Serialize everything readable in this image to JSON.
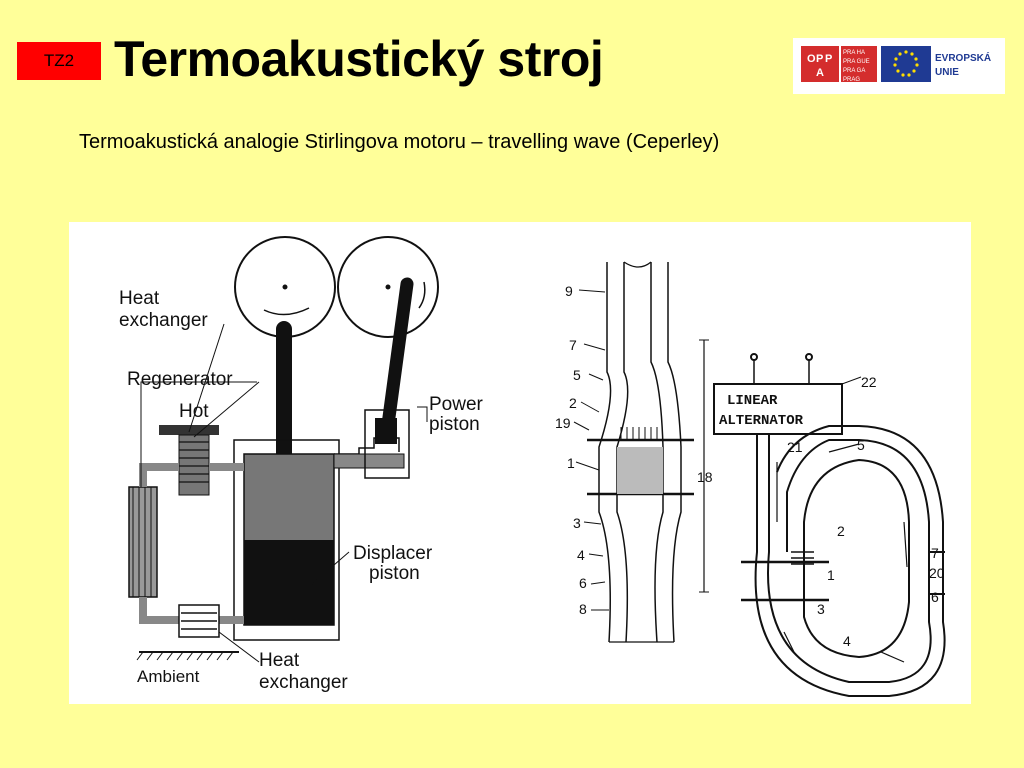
{
  "slide": {
    "tag": "TZ2",
    "title": "Termoakustický stroj",
    "subtitle": "Termoakustická analogie Stirlingova motoru – travelling wave (Ceperley)"
  },
  "logo": {
    "opp_letters": [
      "O",
      "P",
      "P",
      "A"
    ],
    "praha_lines": [
      "PRA HA",
      "PRA GUE",
      "PRA GA",
      "PRAG"
    ],
    "eu_text_1": "EVROPSKÁ",
    "eu_text_2": "UNIE",
    "colors": {
      "red": "#d42d2d",
      "blue": "#1f3a93",
      "gold": "#ffdd00"
    }
  },
  "left_diagram": {
    "heat_exchanger_top_1": "Heat",
    "heat_exchanger_top_2": "exchanger",
    "regenerator": "Regenerator",
    "hot": "Hot",
    "power_piston_1": "Power",
    "power_piston_2": "piston",
    "displacer_1": "Displacer",
    "displacer_2": "piston",
    "ambient": "Ambient",
    "heat_exchanger_bottom_1": "Heat",
    "heat_exchanger_bottom_2": "exchanger"
  },
  "right_diagram": {
    "tube_numbers": [
      "9",
      "7",
      "5",
      "2",
      "19",
      "1",
      "3",
      "4",
      "6",
      "8"
    ],
    "length_label": "18",
    "alternator_1": "LINEAR",
    "alternator_2": "ALTERNATOR",
    "alternator_number": "22",
    "loop_numbers": [
      "21",
      "5",
      "2",
      "1",
      "3",
      "4",
      "7",
      "20",
      "6"
    ]
  }
}
